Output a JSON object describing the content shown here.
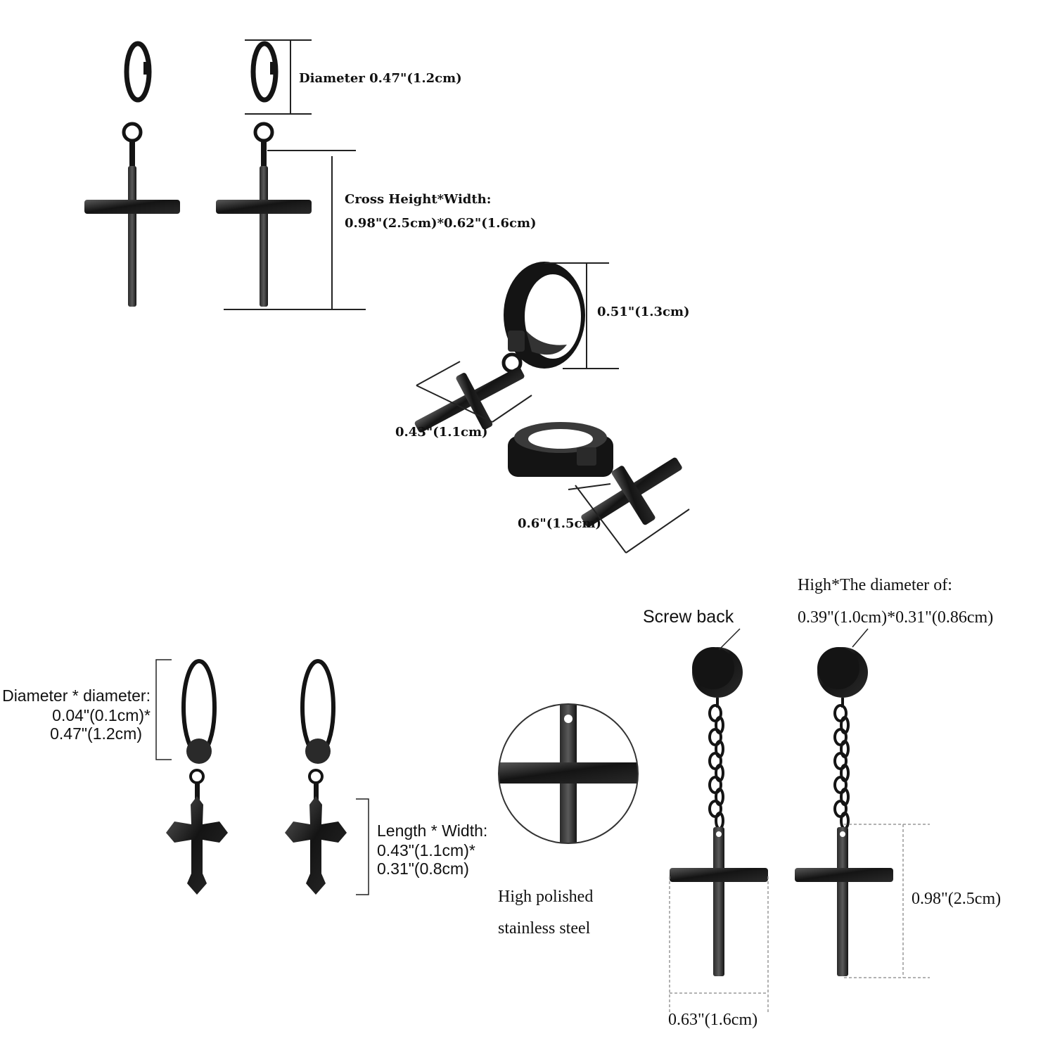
{
  "colors": {
    "metal": "#141414",
    "highlight": "#5a5a5a",
    "ink": "#111111",
    "guide": "#999999"
  },
  "set1": {
    "diameter_label": "Diameter 0.47\"(1.2cm)",
    "cross_label_1": "Cross Height*Width:",
    "cross_label_2": "0.98\"(2.5cm)*0.62\"(1.6cm)"
  },
  "set2": {
    "hoop_label": "0.51\"(1.3cm)",
    "cross_small_label": "0.43\"(1.1cm)",
    "cross_large_label": "0.6\"(1.5cm)"
  },
  "set3": {
    "diameter_label_1": "Diameter * diameter:",
    "diameter_label_2": "0.04\"(0.1cm)*",
    "diameter_label_3": "0.47\"(1.2cm)",
    "length_label_1": "Length * Width:",
    "length_label_2": "0.43\"(1.1cm)*",
    "length_label_3": "0.31\"(0.8cm)"
  },
  "set4": {
    "screw_label": "Screw back",
    "stud_label_1": "High*The diameter of:",
    "stud_label_2": "0.39\"(1.0cm)*0.31\"(0.86cm)",
    "material_label_1": "High polished",
    "material_label_2": "stainless steel",
    "height_label": "0.98\"(2.5cm)",
    "width_label": "0.63\"(1.6cm)"
  },
  "icons": [
    "cross-hoop-earring",
    "huggie-hoop-earring",
    "clip-hoop-earring",
    "stud-chain-earring",
    "magnifier-detail"
  ]
}
